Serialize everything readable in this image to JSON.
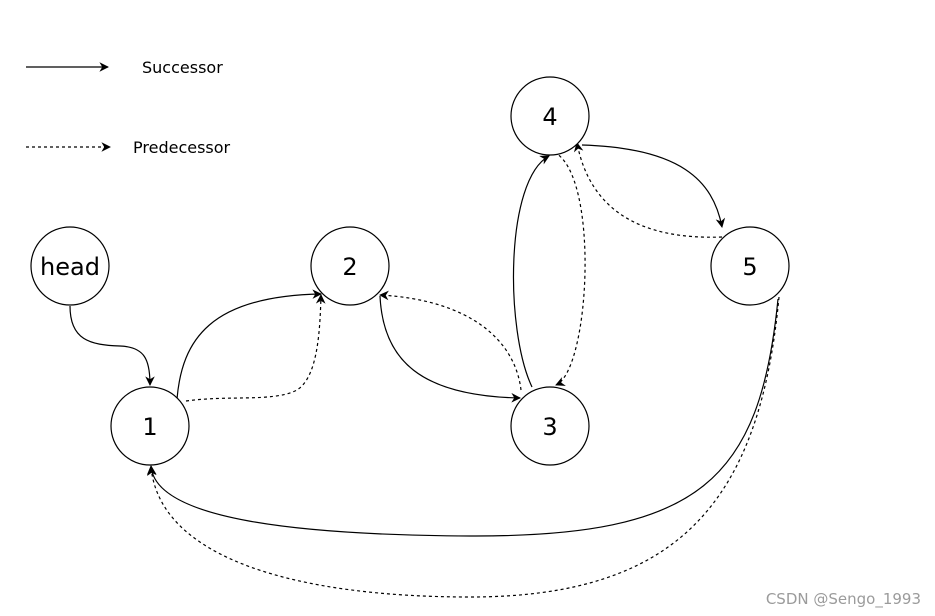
{
  "legend": {
    "successor_label": "Successor",
    "predecessor_label": "Predecessor"
  },
  "nodes": [
    {
      "id": "head",
      "label": "head"
    },
    {
      "id": "n1",
      "label": "1"
    },
    {
      "id": "n2",
      "label": "2"
    },
    {
      "id": "n3",
      "label": "3"
    },
    {
      "id": "n4",
      "label": "4"
    },
    {
      "id": "n5",
      "label": "5"
    }
  ],
  "edges": [
    {
      "from": "head",
      "to": "1",
      "type": "successor"
    },
    {
      "from": "1",
      "to": "2",
      "type": "successor"
    },
    {
      "from": "1",
      "to": "2",
      "type": "predecessor"
    },
    {
      "from": "2",
      "to": "3",
      "type": "successor"
    },
    {
      "from": "3",
      "to": "2",
      "type": "predecessor"
    },
    {
      "from": "3",
      "to": "4",
      "type": "successor"
    },
    {
      "from": "4",
      "to": "3",
      "type": "predecessor"
    },
    {
      "from": "4",
      "to": "5",
      "type": "successor"
    },
    {
      "from": "5",
      "to": "4",
      "type": "predecessor"
    },
    {
      "from": "5",
      "to": "1",
      "type": "successor"
    },
    {
      "from": "5",
      "to": "1",
      "type": "predecessor"
    }
  ],
  "watermark": "CSDN @Sengo_1993"
}
